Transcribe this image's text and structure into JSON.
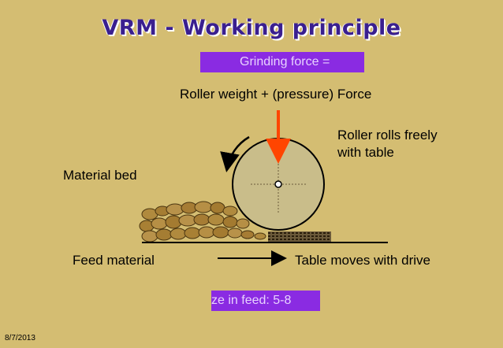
{
  "slide": {
    "title": "VRM - Working principle",
    "date": "8/7/2013",
    "colors": {
      "background": "#d4bd72",
      "title_primary": "#3a1f8f",
      "title_shadow": "#ffffff",
      "purple_box": "#8a2be2",
      "purple_box_text": "#e8d2ff",
      "arrow_force": "#ff4500",
      "roller_fill": "#c9bd8a",
      "material_fill": "#b08a3e"
    }
  },
  "labels": {
    "grinding_force": "Grinding force =",
    "roller_weight": "Roller weight + (pressure) Force",
    "roller_rolls_line1": "Roller rolls freely",
    "roller_rolls_line2": "with table",
    "material_bed": "Material bed",
    "feed_material": "Feed material",
    "table_moves": "Table moves with drive",
    "size_in_feed": "ze in feed: 5-8"
  }
}
